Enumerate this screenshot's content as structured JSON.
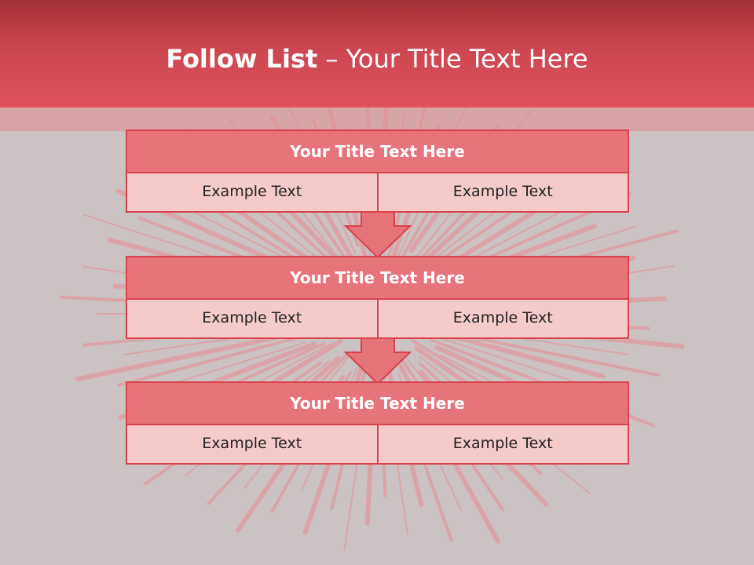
{
  "header": {
    "title_bold": "Follow List",
    "title_rest": " – Your Title Text Here"
  },
  "blocks": [
    {
      "title": "Your Title Text Here",
      "left": "Example Text",
      "right": "Example Text"
    },
    {
      "title": "Your Title Text Here",
      "left": "Example Text",
      "right": "Example Text"
    },
    {
      "title": "Your Title Text Here",
      "left": "Example Text",
      "right": "Example Text"
    }
  ],
  "colors": {
    "header": "#e0535b",
    "block_title": "#e6747a",
    "block_cell": "#f4caca",
    "border": "#d8434e",
    "background": "#cbc3c3"
  }
}
